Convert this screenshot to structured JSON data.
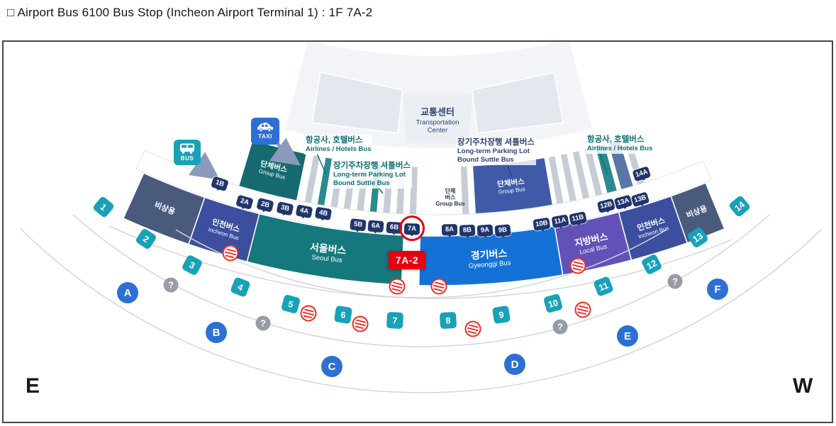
{
  "title": "□ Airport Bus 6100 Bus Stop (Incheon Airport Terminal 1) : 1F 7A-2",
  "compass": {
    "east": "E",
    "west": "W"
  },
  "transportation_center": {
    "ko": "교통센터",
    "en_line1": "Transportation",
    "en_line2": "Center"
  },
  "pictograms": {
    "bus": "BUS",
    "taxi": "TAXI"
  },
  "callouts": {
    "airlines_left": {
      "ko": "항공사, 호텔버스",
      "en": "Airlines / Hotels Bus"
    },
    "parking_left": {
      "ko": "장기주차장행 셔틀버스",
      "en1": "Long-term Parking Lot",
      "en2": "Bound Suttle Bus"
    },
    "parking_right": {
      "ko": "장기주차장행 셔틀버스",
      "en1": "Long-term Parking Lot",
      "en2": "Bound Suttle Bus"
    },
    "airlines_right": {
      "ko": "항공사, 호텔버스",
      "en": "Airlines / Hotels Bus"
    }
  },
  "group_bus": {
    "left": {
      "ko": "단체버스",
      "en": "Group Bus"
    },
    "center": {
      "ko1": "단체",
      "ko2": "버스",
      "en": "Group Bus"
    },
    "right": {
      "ko": "단체버스",
      "en": "Group Bus"
    }
  },
  "sections": {
    "emergency_left": {
      "ko": "비상용"
    },
    "incheon_left": {
      "ko": "인천버스",
      "en": "Incheon Bus"
    },
    "seoul": {
      "ko": "서울버스",
      "en": "Seoul Bus"
    },
    "gyeonggi": {
      "ko": "경기버스",
      "en": "Gyeonggi Bus"
    },
    "local": {
      "ko": "지방버스",
      "en": "Local Bus"
    },
    "incheon_right": {
      "ko": "인천버스",
      "en": "Incheon Bus"
    },
    "emergency_right": {
      "ko": "비상용"
    }
  },
  "stop_badges": [
    "1B",
    "2A",
    "2B",
    "3B",
    "4A",
    "4B",
    "5B",
    "6A",
    "6B",
    "7A",
    "8A",
    "8B",
    "9A",
    "9B",
    "10B",
    "11A",
    "11B",
    "12B",
    "13A",
    "13B",
    "14A"
  ],
  "highlighted_stop": {
    "stop": "7A",
    "label": "7A-2"
  },
  "gate_numbers": [
    "1",
    "2",
    "3",
    "4",
    "5",
    "6",
    "7",
    "8",
    "9",
    "10",
    "11",
    "12",
    "13",
    "14"
  ],
  "door_letters": [
    "A",
    "B",
    "C",
    "D",
    "E",
    "F"
  ],
  "help_icon": "?",
  "colors": {
    "red": "#e60012",
    "teal_gate": "#17a2b8",
    "navy_badge": "#20356b",
    "blue_letter": "#2d70d2",
    "seoul": "#15787c",
    "gyeonggi": "#1472d6",
    "local": "#6252b8",
    "incheon": "#3c4f9e",
    "emergency": "#4a5a7d",
    "group_teal": "#156a70",
    "group_blue": "#3f5ba8"
  }
}
